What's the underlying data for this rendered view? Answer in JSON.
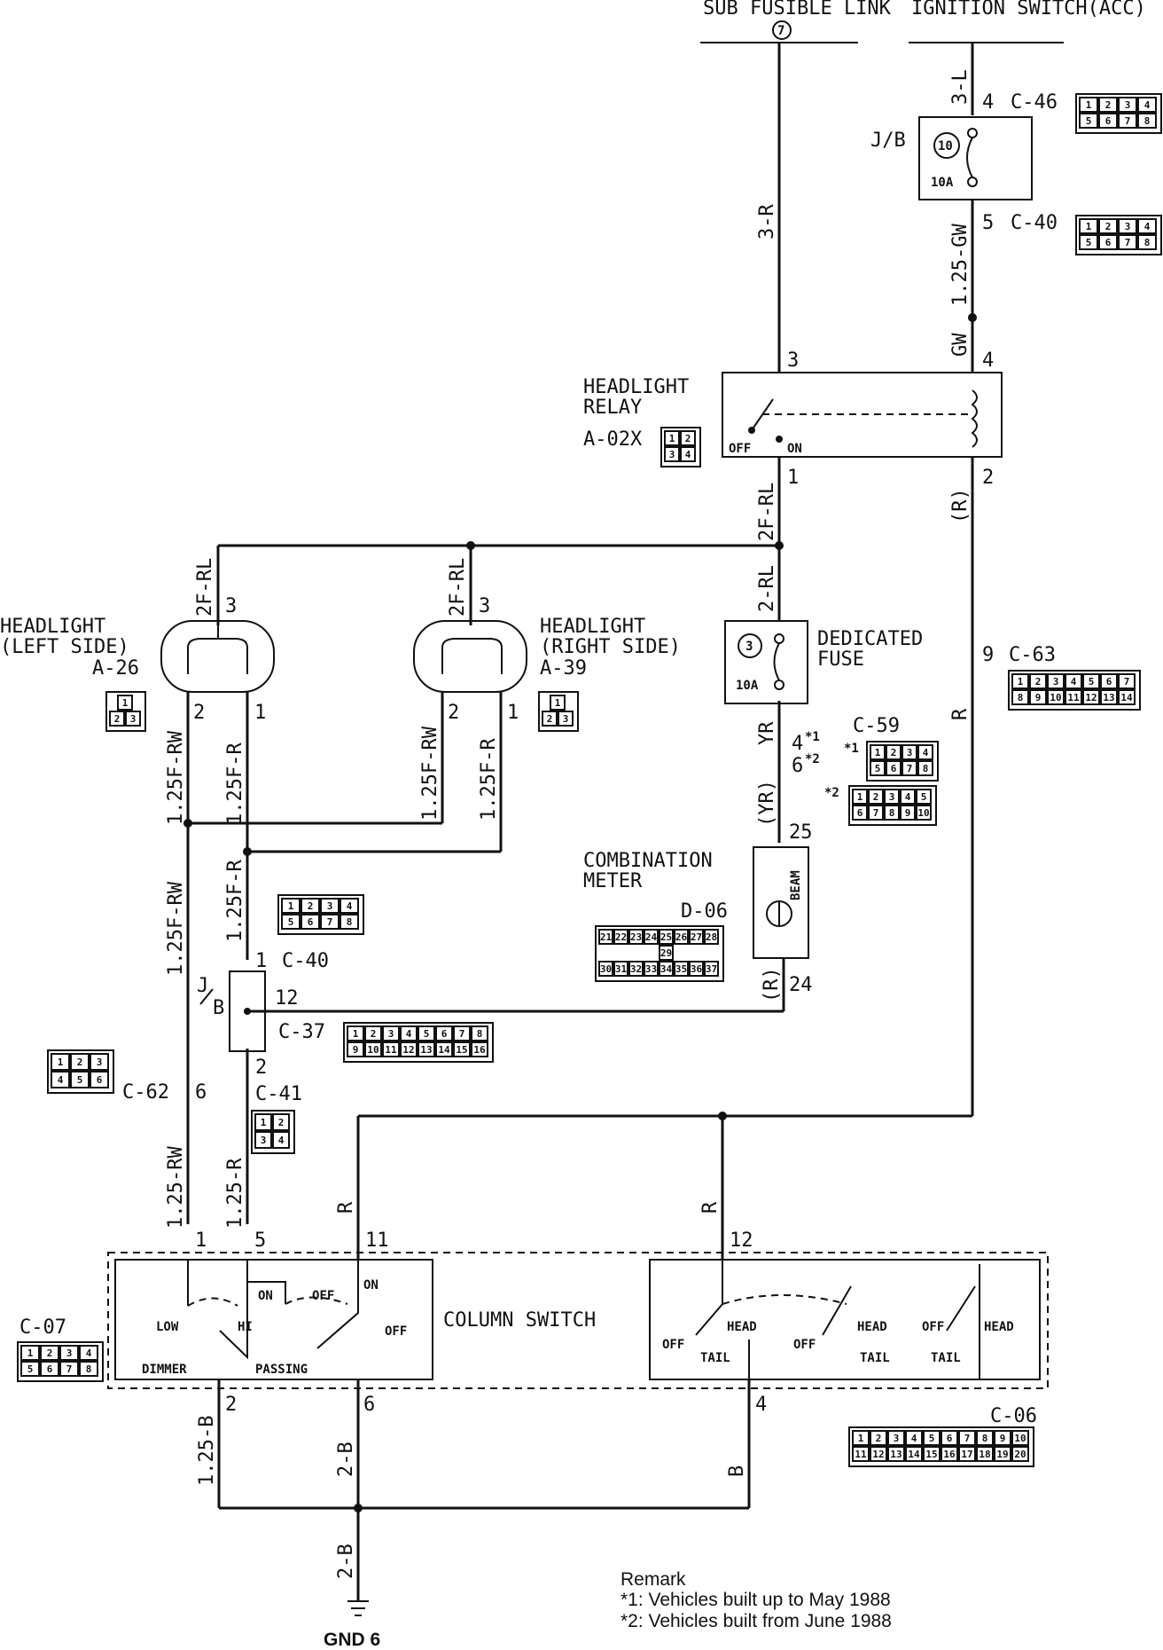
{
  "sources": {
    "sub_fusible_link": "SUB FUSIBLE LINK",
    "fusible_no": "7",
    "ignition_switch": "IGNITION SWITCH(ACC)"
  },
  "jb_top": {
    "name": "J/B",
    "fuse_no": "10",
    "rating": "10A",
    "pin_in": "4",
    "conn_in": "C-46",
    "pin_out": "5",
    "conn_out": "C-40",
    "wire_in": "3-L",
    "wire_out": "1.25-GW"
  },
  "relay": {
    "name": "HEADLIGHT RELAY",
    "id": "A-02X",
    "off": "OFF",
    "on": "ON",
    "pins": [
      "3",
      "4",
      "1",
      "2"
    ],
    "wires": [
      "3-R",
      "GW",
      "2F-RL",
      "(R)"
    ]
  },
  "headlight_left": {
    "name": "HEADLIGHT (LEFT SIDE)",
    "id": "A-26",
    "pins": [
      "3",
      "2",
      "1"
    ],
    "wires": [
      "2F-RL",
      "1.25F-RW",
      "1.25F-R"
    ]
  },
  "headlight_right": {
    "name": "HEADLIGHT (RIGHT SIDE)",
    "id": "A-39",
    "pins": [
      "3",
      "2",
      "1"
    ],
    "wires": [
      "2F-RL",
      "1.25F-RW",
      "1.25F-R"
    ]
  },
  "dedicated_fuse": {
    "name": "DEDICATED FUSE",
    "fuse_no": "3",
    "rating": "10A",
    "wire_in": "2-RL",
    "wire_out": "YR"
  },
  "c59": {
    "id": "C-59",
    "pins": "4*1 6*2",
    "wire": "(YR)",
    "note1": "*1",
    "note2": "*2"
  },
  "meter": {
    "name": "COMBINATION METER",
    "id": "D-06",
    "beam": "BEAM",
    "pin_in": "25",
    "pin_out": "24",
    "wire_out": "(R)"
  },
  "c63": {
    "id": "C-63",
    "pin": "9",
    "wire": "R"
  },
  "jb_mid": {
    "name": "J/B",
    "conn_top": "C-40",
    "pin_top": "1",
    "pin_side": "12",
    "conn_side": "C-37",
    "pin_bottom": "2",
    "conn_bottom": "C-41"
  },
  "c62": {
    "id": "C-62",
    "pin": "6",
    "wire": "1.25-RW"
  },
  "c07": {
    "id": "C-07"
  },
  "column_switch": {
    "name": "COLUMN SWITCH",
    "pins_top": [
      "1",
      "5",
      "11",
      "12"
    ],
    "wires_top": [
      "1.25-R",
      "R",
      "R"
    ],
    "low": "LOW",
    "hi": "HI",
    "dimmer": "DIMMER",
    "passing": "PASSING",
    "on": "ON",
    "off": "OFF",
    "head": "HEAD",
    "tail": "TAIL",
    "pins_bottom": [
      "2",
      "6",
      "4"
    ],
    "wires_bottom": [
      "1.25-B",
      "2-B",
      "B"
    ]
  },
  "c06": {
    "id": "C-06"
  },
  "ground": {
    "wire": "2-B",
    "name": "GND 6"
  },
  "remark": {
    "title": "Remark",
    "line1": "*1: Vehicles built up to May 1988",
    "line2": "*2: Vehicles built from June 1988"
  },
  "connectors": {
    "c46": [
      "1",
      "2",
      "3",
      "4",
      "5",
      "6",
      "7",
      "8"
    ],
    "c40": [
      "1",
      "2",
      "3",
      "4",
      "5",
      "6",
      "7",
      "8"
    ],
    "a02x": [
      "1",
      "2",
      "3",
      "4"
    ],
    "a26": [
      "1",
      "2",
      "3"
    ],
    "c63": [
      "1",
      "2",
      "3",
      "4",
      "5",
      "6",
      "7",
      "8",
      "9",
      "10",
      "11",
      "12",
      "13",
      "14"
    ],
    "c59a": [
      "1",
      "2",
      "3",
      "4",
      "5",
      "6",
      "7",
      "8"
    ],
    "c59b": [
      "1",
      "2",
      "3",
      "4",
      "5",
      "6",
      "7",
      "8",
      "9",
      "10"
    ],
    "d06": [
      "21",
      "22",
      "23",
      "24",
      "25",
      "26",
      "27",
      "28",
      "29",
      "30",
      "31",
      "32",
      "33",
      "34",
      "35",
      "36",
      "37"
    ],
    "c37": [
      "1",
      "2",
      "3",
      "4",
      "5",
      "6",
      "7",
      "8",
      "9",
      "10",
      "11",
      "12",
      "13",
      "14",
      "15",
      "16"
    ],
    "c62": [
      "1",
      "2",
      "3",
      "4",
      "5",
      "6"
    ],
    "c41": [
      "1",
      "2",
      "3",
      "4"
    ],
    "c07": [
      "1",
      "2",
      "3",
      "4",
      "5",
      "6",
      "7",
      "8"
    ],
    "c06": [
      "1",
      "2",
      "3",
      "4",
      "5",
      "6",
      "7",
      "8",
      "9",
      "10",
      "11",
      "12",
      "13",
      "14",
      "15",
      "16",
      "17",
      "18",
      "19",
      "20"
    ]
  }
}
